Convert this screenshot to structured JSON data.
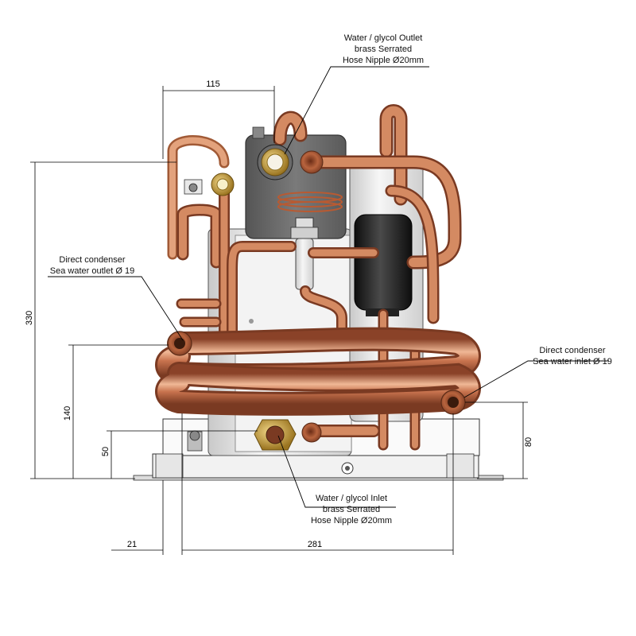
{
  "callouts": {
    "outlet": [
      "Water / glycol Outlet",
      "brass Serrated",
      "Hose Nipple Ø20mm"
    ],
    "inlet": [
      "Water / glycol Inlet",
      "brass Serrated",
      "Hose Nipple Ø20mm"
    ],
    "condenser_outlet": [
      "Direct condenser",
      "Sea water outlet Ø 19"
    ],
    "condenser_inlet": [
      "Direct condenser",
      "Sea water inlet Ø 19"
    ]
  },
  "dimensions": {
    "top_width": "115",
    "overall_height": "330",
    "inlet_height": "140",
    "base_height": "50",
    "right_height": "80",
    "left_offset": "21",
    "bottom_width": "281"
  },
  "colors": {
    "copper": "#c8734e",
    "copper_dark": "#8a4228",
    "copper_light": "#f0b896",
    "housing_gray": "#6c6c6c",
    "tank_white": "#ececec",
    "receiver_black": "#1e1e1e",
    "brass": "#c9a037"
  }
}
